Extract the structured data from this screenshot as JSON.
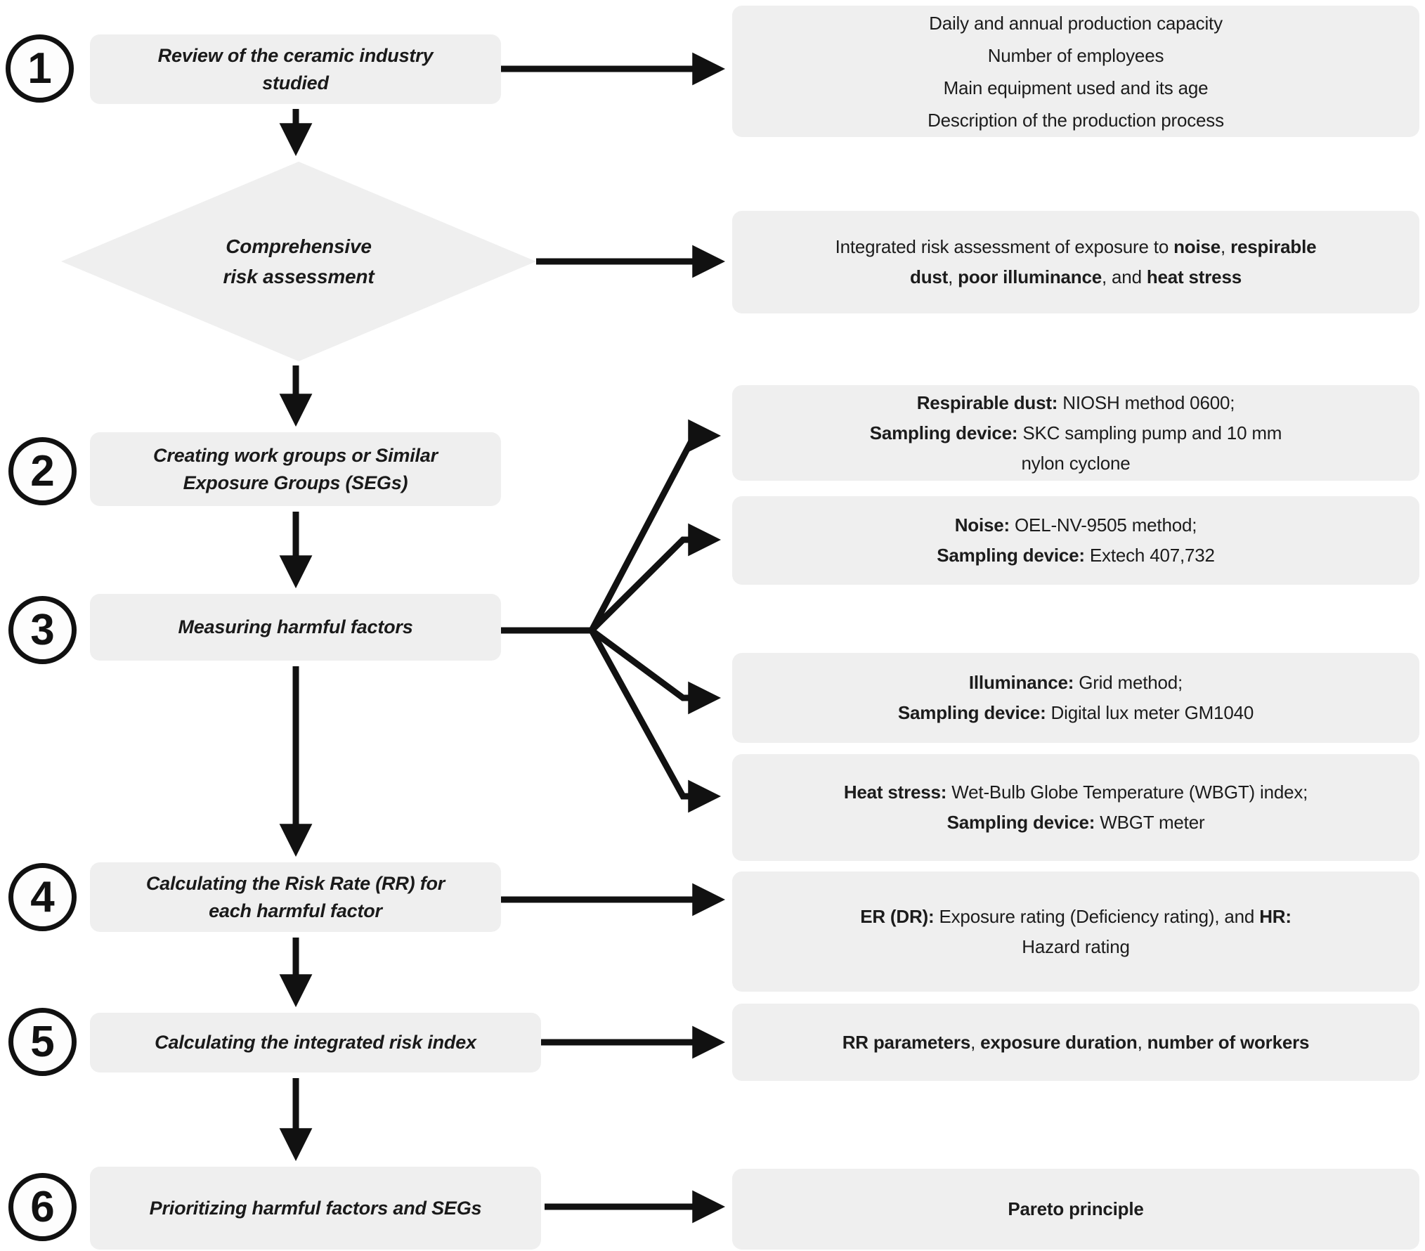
{
  "colors": {
    "box_fill": "#efefef",
    "arrow": "#111111",
    "text": "#1c1c1c"
  },
  "steps": [
    {
      "number": "1",
      "lines": [
        [
          {
            "t": "Review of the ceramic industry"
          }
        ],
        [
          {
            "t": "studied"
          }
        ]
      ]
    },
    {
      "number": "2",
      "lines": [
        [
          {
            "t": "Creating work groups or Similar"
          }
        ],
        [
          {
            "t": "Exposure Groups (SEGs)"
          }
        ]
      ]
    },
    {
      "number": "3",
      "lines": [
        [
          {
            "t": "Measuring harmful factors"
          }
        ]
      ]
    },
    {
      "number": "4",
      "lines": [
        [
          {
            "t": "Calculating the Risk Rate (RR) for"
          }
        ],
        [
          {
            "t": "each harmful factor"
          }
        ]
      ]
    },
    {
      "number": "5",
      "lines": [
        [
          {
            "t": "Calculating the integrated risk index"
          }
        ]
      ]
    },
    {
      "number": "6",
      "lines": [
        [
          {
            "t": "Prioritizing harmful factors and SEGs"
          }
        ]
      ]
    }
  ],
  "decision": {
    "lines": [
      [
        {
          "t": "Comprehensive"
        }
      ],
      [
        {
          "t": "risk assessment"
        }
      ]
    ]
  },
  "outputs": {
    "production": {
      "lines": [
        [
          {
            "t": "Daily and annual production capacity"
          }
        ],
        [
          {
            "t": "Number of employees"
          }
        ],
        [
          {
            "t": "Main equipment used and its age"
          }
        ],
        [
          {
            "t": "Description of the production process"
          }
        ]
      ]
    },
    "integrated_assessment": {
      "lines": [
        [
          {
            "t": "Integrated risk assessment of exposure to "
          },
          {
            "t": "noise",
            "b": true
          },
          {
            "t": ", "
          },
          {
            "t": "respirable",
            "b": true
          }
        ],
        [
          {
            "t": "dust",
            "b": true
          },
          {
            "t": ", "
          },
          {
            "t": "poor illuminance",
            "b": true
          },
          {
            "t": ", and "
          },
          {
            "t": "heat stress",
            "b": true
          }
        ]
      ]
    },
    "respirable_dust": {
      "lines": [
        [
          {
            "t": "Respirable dust:",
            "b": true
          },
          {
            "t": " NIOSH method 0600;"
          }
        ],
        [
          {
            "t": "Sampling device:",
            "b": true
          },
          {
            "t": " SKC sampling pump and 10 mm"
          }
        ],
        [
          {
            "t": "nylon cyclone"
          }
        ]
      ]
    },
    "noise": {
      "lines": [
        [
          {
            "t": "Noise:",
            "b": true
          },
          {
            "t": " OEL-NV-9505 method;"
          }
        ],
        [
          {
            "t": "Sampling device:",
            "b": true
          },
          {
            "t": " Extech 407,732"
          }
        ]
      ]
    },
    "illuminance": {
      "lines": [
        [
          {
            "t": "Illuminance:",
            "b": true
          },
          {
            "t": " Grid method;"
          }
        ],
        [
          {
            "t": "Sampling device:",
            "b": true
          },
          {
            "t": " Digital lux meter GM1040"
          }
        ]
      ]
    },
    "heat_stress": {
      "lines": [
        [
          {
            "t": "Heat stress:",
            "b": true
          },
          {
            "t": " Wet-Bulb Globe Temperature (WBGT) index;"
          }
        ],
        [
          {
            "t": "Sampling device:",
            "b": true
          },
          {
            "t": " WBGT meter"
          }
        ]
      ]
    },
    "risk_rate": {
      "lines": [
        [
          {
            "t": "ER (DR):",
            "b": true
          },
          {
            "t": " Exposure rating (Deficiency rating), and "
          },
          {
            "t": "HR:",
            "b": true
          }
        ],
        [
          {
            "t": "Hazard rating"
          }
        ]
      ]
    },
    "risk_index": {
      "lines": [
        [
          {
            "t": "RR parameters",
            "b": true
          },
          {
            "t": ", "
          },
          {
            "t": "exposure duration",
            "b": true
          },
          {
            "t": ", "
          },
          {
            "t": "number of workers",
            "b": true
          }
        ]
      ]
    },
    "pareto": {
      "lines": [
        [
          {
            "t": "Pareto principle",
            "b": true
          }
        ]
      ]
    }
  }
}
